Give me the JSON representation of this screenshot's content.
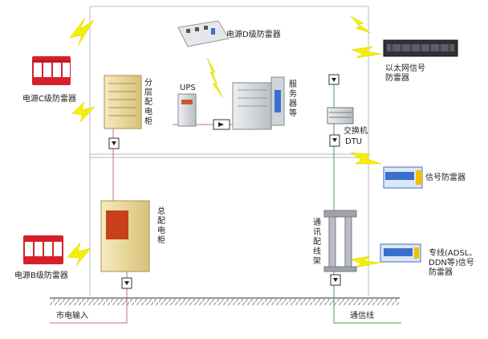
{
  "labels": {
    "surge_c": "电源C级防雷器",
    "surge_b": "电源B级防雷器",
    "surge_d": "电源D级防雷器",
    "floor_cabinet": "分层配电柜",
    "ups": "UPS",
    "server": "服务器等",
    "switch": "交换机",
    "dtu": "DTU",
    "ethernet_line1": "以太网信号",
    "ethernet_line2": "防雷器",
    "signal": "信号防雷器",
    "main_cabinet": "总配电柜",
    "telecom_frame": "通讯配线架",
    "dedicated_line1": "专线(ADSL、",
    "dedicated_line2": "DDN等)信号",
    "dedicated_line3": "防雷器",
    "mains_input": "市电输入",
    "comm_line": "通信线"
  },
  "colors": {
    "lightning": "#f5f000",
    "surge_red": "#d8202a",
    "building_line": "#b8b8b8",
    "power_line": "#c47070",
    "comm_green": "#4aa050",
    "ground": "#777777",
    "cabinet_tan": "#ecd99a",
    "equip_gray": "#dadde2",
    "signal_blue": "#3a6fd0"
  },
  "icons": [
    "lightning-bolt-icon",
    "surge-protector-module-icon",
    "power-strip-icon",
    "arrester-box-icon",
    "ground-hatch-icon"
  ]
}
